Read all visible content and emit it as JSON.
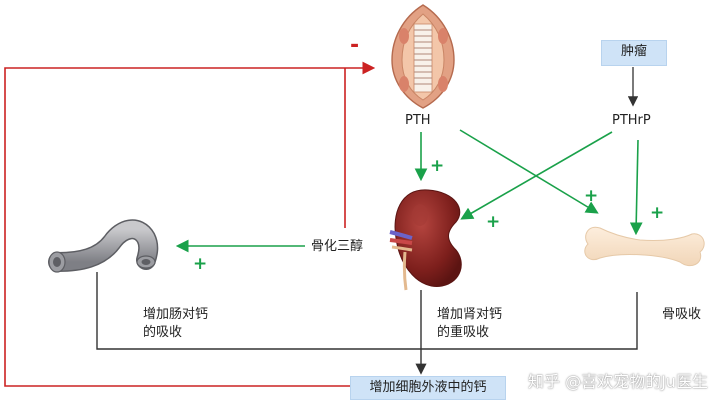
{
  "nodes": {
    "tumor": "肿瘤",
    "pth": "PTH",
    "pthrp": "PTHrP",
    "calcitriol": "骨化三醇",
    "intestine_effect": "增加肠对钙\n的吸收",
    "kidney_effect": "增加肾对钙\n的重吸收",
    "bone_effect": "骨吸收",
    "result": "增加细胞外液中的钙"
  },
  "signs": {
    "plus": "+",
    "minus": "-"
  },
  "watermark": "知乎 @喜欢宠物的Ju医生",
  "colors": {
    "feedback_red": "#cc2222",
    "stimulate_green": "#1aa14a",
    "line_dark": "#333333",
    "box_blue": "#cfe3f7"
  }
}
